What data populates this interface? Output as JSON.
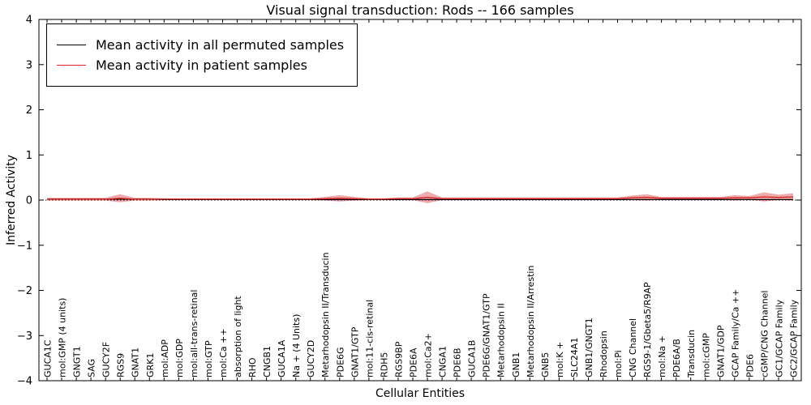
{
  "chart_data": {
    "type": "line",
    "title": "Visual signal transduction: Rods -- 166 samples",
    "xlabel": "Cellular Entities",
    "ylabel": "Inferred Activity",
    "ylim": [
      -4,
      4
    ],
    "yticks": [
      -4,
      -3,
      -2,
      -1,
      0,
      1,
      2,
      3,
      4
    ],
    "grid": false,
    "legend_position": "upper left",
    "zero_line": {
      "style": "dotted",
      "color": "#000000",
      "y": 0
    },
    "categories": [
      "GUCA1C",
      "mol:GMP (4 units)",
      "GNGT1",
      "SAG",
      "GUCY2F",
      "RGS9",
      "GNAT1",
      "GRK1",
      "mol:ADP",
      "mol:GDP",
      "mol:all-trans-retinal",
      "mol:GTP",
      "mol:Ca ++",
      "absorption of light",
      "RHO",
      "CNGB1",
      "GUCA1A",
      "Na + (4 Units)",
      "GUCY2D",
      "Metarhodopsin II/Transducin",
      "PDE6G",
      "GNAT1/GTP",
      "mol:11-cis-retinal",
      "RDH5",
      "RGS9BP",
      "PDE6A",
      "mol:Ca2+",
      "CNGA1",
      "PDE6B",
      "GUCA1B",
      "PDE6G/GNAT1/GTP",
      "Metarhodopsin II",
      "GNB1",
      "Metarhodopsin II/Arrestin",
      "GNB5",
      "mol:K +",
      "SLC24A1",
      "GNB1/GNGT1",
      "Rhodopsin",
      "mol:Pi",
      "CNG Channel",
      "RGS9-1/Gbeta5/R9AP",
      "mol:Na +",
      "PDE6A/B",
      "Transducin",
      "mol:cGMP",
      "GNAT1/GDP",
      "GCAP Family/Ca ++",
      "PDE6",
      "cGMP/CNG Channel",
      "GC1/GCAP Family",
      "GC2/GCAP Family"
    ],
    "series": [
      {
        "name": "Mean activity in all permuted samples",
        "color": "#000000",
        "values": [
          0.02,
          0.02,
          0.02,
          0.02,
          0.02,
          0.02,
          0.02,
          0.02,
          0.01,
          0.01,
          0.01,
          0.01,
          0.01,
          0.01,
          0.01,
          0.01,
          0.01,
          0.01,
          0.01,
          0.01,
          0.01,
          0.01,
          0.01,
          0.01,
          0.01,
          0.01,
          0.01,
          0.01,
          0.01,
          0.01,
          0.01,
          0.01,
          0.01,
          0.01,
          0.01,
          0.01,
          0.01,
          0.01,
          0.01,
          0.01,
          0.01,
          0.01,
          0.01,
          0.01,
          0.01,
          0.01,
          0.01,
          0.01,
          0.01,
          0.01,
          0.01,
          0.01
        ]
      },
      {
        "name": "Mean activity in patient samples",
        "color": "#d62222",
        "values": [
          0.02,
          0.02,
          0.02,
          0.02,
          0.02,
          0.04,
          0.02,
          0.02,
          0.02,
          0.02,
          0.02,
          0.02,
          0.02,
          0.02,
          0.02,
          0.02,
          0.02,
          0.02,
          0.02,
          0.03,
          0.04,
          0.03,
          0.02,
          0.02,
          0.03,
          0.03,
          0.06,
          0.03,
          0.03,
          0.03,
          0.03,
          0.03,
          0.03,
          0.03,
          0.03,
          0.03,
          0.03,
          0.03,
          0.03,
          0.03,
          0.05,
          0.06,
          0.04,
          0.04,
          0.04,
          0.04,
          0.04,
          0.05,
          0.05,
          0.07,
          0.06,
          0.07
        ],
        "band_halfwidth": [
          0.03,
          0.03,
          0.03,
          0.03,
          0.03,
          0.09,
          0.03,
          0.03,
          0.02,
          0.02,
          0.02,
          0.02,
          0.02,
          0.02,
          0.02,
          0.02,
          0.02,
          0.02,
          0.02,
          0.04,
          0.07,
          0.04,
          0.02,
          0.02,
          0.03,
          0.03,
          0.13,
          0.03,
          0.03,
          0.03,
          0.03,
          0.03,
          0.03,
          0.03,
          0.03,
          0.03,
          0.03,
          0.03,
          0.03,
          0.03,
          0.05,
          0.07,
          0.03,
          0.03,
          0.03,
          0.03,
          0.03,
          0.06,
          0.04,
          0.1,
          0.06,
          0.08
        ]
      }
    ]
  }
}
